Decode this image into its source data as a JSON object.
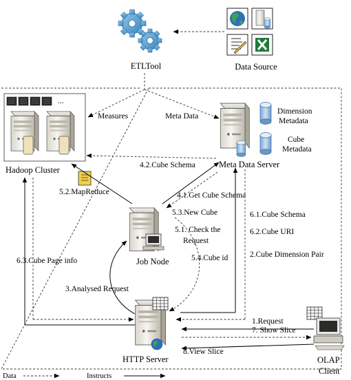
{
  "nodes": {
    "etl_tool": "ETLTool",
    "data_source": "Data Source",
    "hadoop_cluster": "Hadoop Cluster",
    "meta_data_server": "Meta Data Server",
    "job_node": "Job Node",
    "http_server": "HTTP Server",
    "olap_client_line1": "OLAP",
    "olap_client_line2": "Client",
    "dimension_metadata_line1": "Dimension",
    "dimension_metadata_line2": "Metadata",
    "cube_metadata_line1": "Cube",
    "cube_metadata_line2": "Metadata",
    "cluster_dots": "..."
  },
  "edges": {
    "measures": "Measures",
    "meta_data": "Meta Data",
    "cube_schema_42": "4.2.Cube Schema",
    "get_cube_schema_41": "4.1.Get Cube Schema",
    "new_cube_53": "5.3.New Cube",
    "check_request_51_line1": "5.1. Check the",
    "check_request_51_line2": "Request",
    "cube_id_54": "5.4.Cube id",
    "mapreduce_52": "5.2.MapReduce",
    "cube_schema_61": "6.1.Cube Schema",
    "cube_uri_62": "6.2.Cube URI",
    "cube_dimension_pair": "2.Cube Dimension Pair",
    "cube_page_info_63": "6.3.Cube Page info",
    "analysed_request_3": "3.Analysed Request",
    "request_1": "1.Request",
    "show_slice_7": "7. Show Slice",
    "view_slice_8": "8.View Slice"
  },
  "legend": {
    "data": "Data",
    "instructs": "Instructs"
  }
}
